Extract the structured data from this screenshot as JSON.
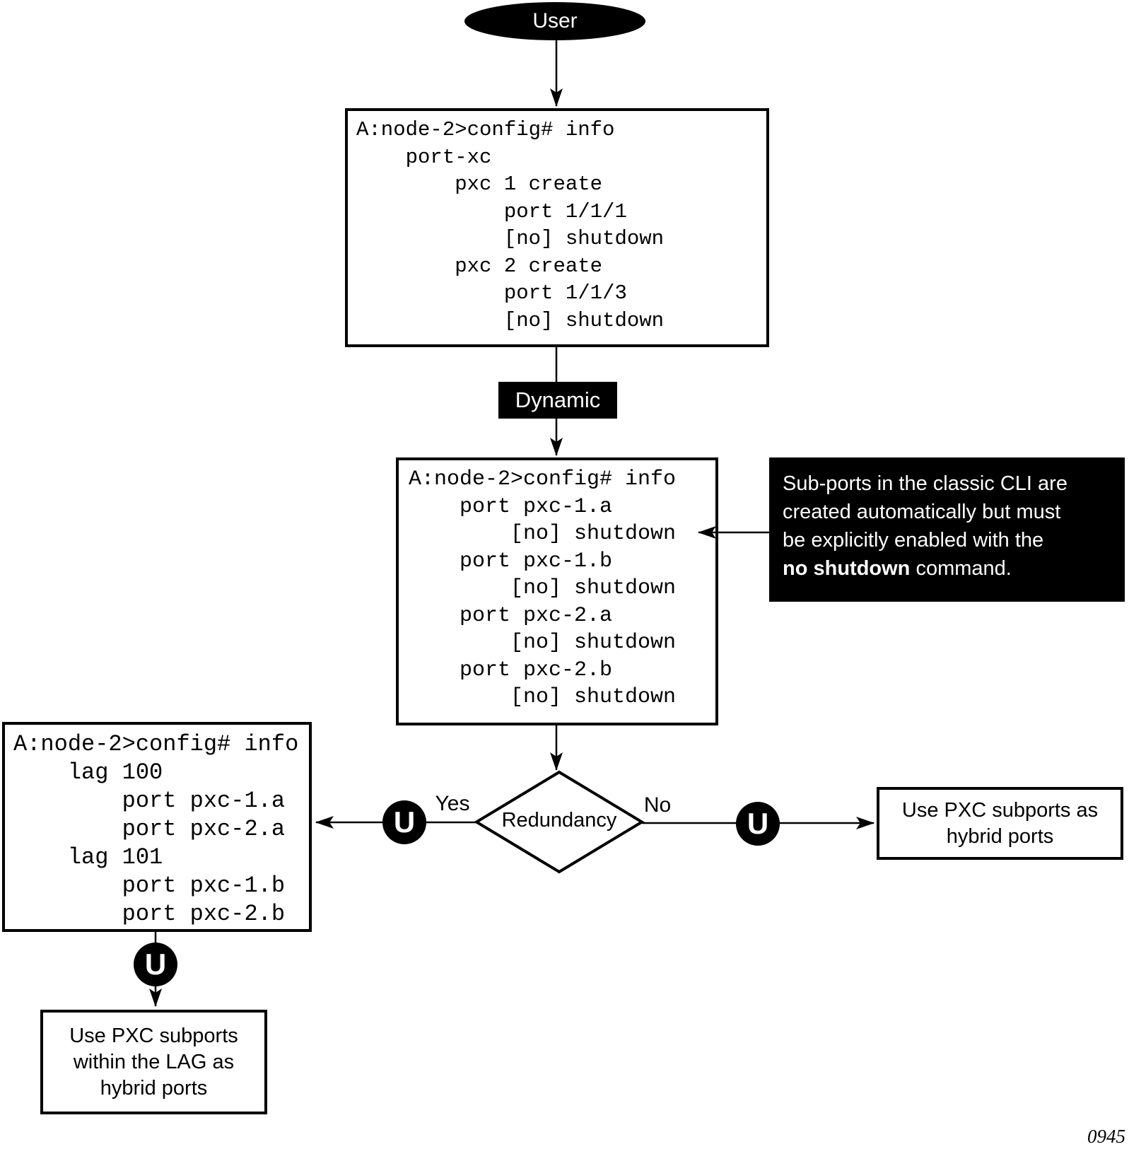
{
  "terminator": {
    "user_label": "User"
  },
  "code_boxes": {
    "port_xc": "A:node-2>config# info\n    port-xc\n        pxc 1 create\n            port 1/1/1\n            [no] shutdown\n        pxc 2 create\n            port 1/1/3\n            [no] shutdown",
    "pxc_subports": "A:node-2>config# info\n    port pxc-1.a\n        [no] shutdown\n    port pxc-1.b\n        [no] shutdown\n    port pxc-2.a\n        [no] shutdown\n    port pxc-2.b\n        [no] shutdown",
    "lag": "A:node-2>config# info\n    lag 100\n        port pxc-1.a\n        port pxc-2.a\n    lag 101\n        port pxc-1.b\n        port pxc-2.b"
  },
  "labels": {
    "dynamic": "Dynamic",
    "yes": "Yes",
    "no": "No",
    "u_marker": "U",
    "figure_number": "0945"
  },
  "decision": {
    "label": "Redundancy"
  },
  "callout": {
    "line1": "Sub-ports in the classic CLI are",
    "line2": "created automatically but must",
    "line3": "be explicitly enabled with the",
    "line4_bold": "no shutdown",
    "line4_rest": " command."
  },
  "result_boxes": {
    "hybrid": "Use PXC subports as\nhybrid ports",
    "lag_hybrid": "Use PXC subports\nwithin the LAG as\nhybrid ports"
  },
  "colors": {
    "foreground": "#000000",
    "background": "#ffffff"
  }
}
